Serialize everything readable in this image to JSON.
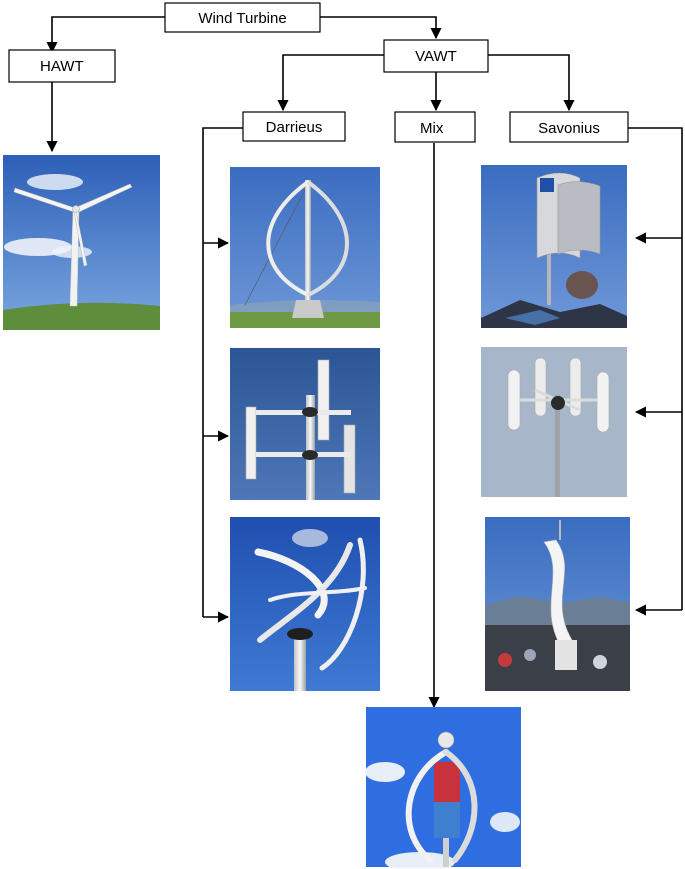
{
  "diagram": {
    "nodes": {
      "root": {
        "label": "Wind Turbine"
      },
      "hawt": {
        "label": "HAWT"
      },
      "vawt": {
        "label": "VAWT"
      },
      "darrieus": {
        "label": "Darrieus"
      },
      "mix": {
        "label": "Mix"
      },
      "savonius": {
        "label": "Savonius"
      }
    },
    "pictures": [
      {
        "id": "hawt-photo",
        "category": "HAWT",
        "depicts": "three-blade horizontal-axis turbine"
      },
      {
        "id": "darrieus-eggbeater-photo",
        "category": "Darrieus",
        "depicts": "curved-blade eggbeater rotor"
      },
      {
        "id": "darrieus-h-rotor-photo",
        "category": "Darrieus",
        "depicts": "straight-blade H-rotor"
      },
      {
        "id": "darrieus-helical-photo",
        "category": "Darrieus",
        "depicts": "twisted helical blades"
      },
      {
        "id": "savonius-scoop-photo",
        "category": "Savonius",
        "depicts": "half-cylinder scoop rotor"
      },
      {
        "id": "savonius-multiblade-photo",
        "category": "Savonius",
        "depicts": "multi-bucket rotor"
      },
      {
        "id": "savonius-twisted-photo",
        "category": "Savonius",
        "depicts": "twisted helical scoop"
      },
      {
        "id": "mix-hybrid-photo",
        "category": "Mix",
        "depicts": "combined Darrieus blades with Savonius core"
      }
    ],
    "colors": {
      "sky": "#3b6fc4",
      "sky_dark": "#284f9c",
      "grass": "#5e8e3c",
      "turbine": "#f2f2f2",
      "savonius_red": "#c8323c",
      "savonius_blue": "#3f7fd0"
    }
  }
}
